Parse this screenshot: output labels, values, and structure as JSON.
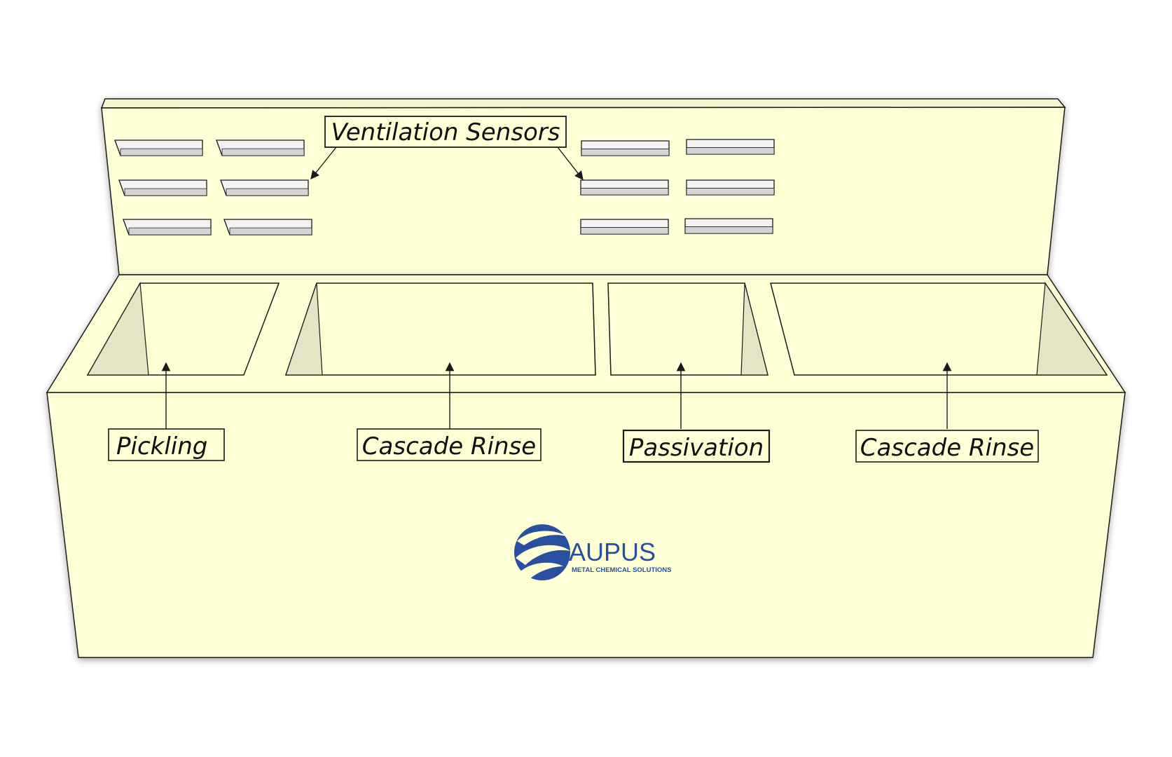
{
  "colors": {
    "tank_fill": "#FFFFD6",
    "tank_shade": "#E4E4C6",
    "outline": "#1a1a1a",
    "vent_fill": "#F2F2F2",
    "vent_shade": "#D4D4D4",
    "logo_blue": "#2A4F9E"
  },
  "labels": {
    "ventilation": "Ventilation Sensors",
    "tank_1": "Pickling",
    "tank_2": "Cascade Rinse",
    "tank_3": "Passivation",
    "tank_4": "Cascade Rinse"
  },
  "logo": {
    "name": "AUPUS",
    "tagline": "METAL CHEMICAL SOLUTIONS",
    "icon": "wave-globe-icon"
  }
}
